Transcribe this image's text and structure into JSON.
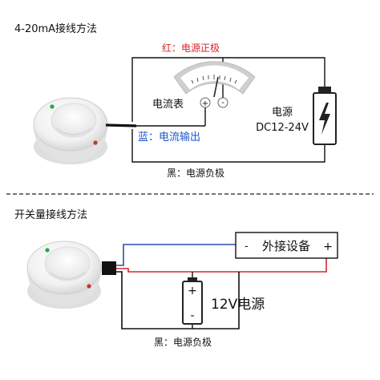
{
  "section1": {
    "title": "4-20mA接线方法",
    "red_wire_label": "红：电源正极",
    "blue_wire_label": "蓝：电流输出",
    "black_wire_label": "黑：电源负极",
    "meter_label": "电流表",
    "meter_plus": "+",
    "meter_minus": "-",
    "power_label_line1": "电源",
    "power_label_line2": "DC12-24V"
  },
  "section2": {
    "title": "开关量接线方法",
    "device_label": "外接设备",
    "device_minus": "-",
    "device_plus": "+",
    "battery_label": "12V电源",
    "battery_plus": "+",
    "battery_minus": "-",
    "black_wire_label": "黑：电源负极"
  },
  "colors": {
    "red_wire": "#d9232a",
    "blue_wire": "#2a4fb0",
    "black_wire": "#111111",
    "red_text": "#d9232a",
    "blue_text": "#1f55c8",
    "battery_frame": "#222222"
  }
}
